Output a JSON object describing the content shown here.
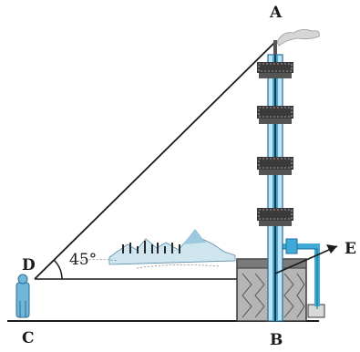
{
  "labels": {
    "A": "A",
    "B": "B",
    "C": "C",
    "D": "D",
    "E": "E",
    "angle": "45°"
  },
  "colors": {
    "line": "#1a1a1a",
    "tower_blue": "#3fa9d8",
    "tower_light": "#bfe3f5",
    "deck": "#3a3a3a",
    "building": "#8a8a8a",
    "person": "#6fb6d9",
    "mountain": "#9cc9de"
  }
}
